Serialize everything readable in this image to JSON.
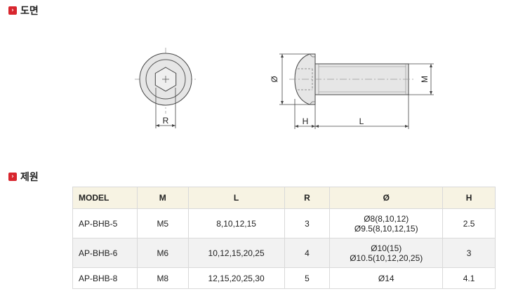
{
  "sections": {
    "drawing_title": "도면",
    "specs_title": "제원"
  },
  "drawing": {
    "labels": {
      "R": "R",
      "phi": "Ø",
      "H": "H",
      "L": "L",
      "M": "M"
    }
  },
  "table": {
    "headers": [
      "MODEL",
      "M",
      "L",
      "R",
      "Ø",
      "H"
    ],
    "rows": [
      {
        "model": "AP-BHB-5",
        "m": "M5",
        "l": "8,10,12,15",
        "r": "3",
        "phi_line1": "Ø8(8,10,12)",
        "phi_line2": "Ø9.5(8,10,12,15)",
        "h": "2.5"
      },
      {
        "model": "AP-BHB-6",
        "m": "M6",
        "l": "10,12,15,20,25",
        "r": "4",
        "phi_line1": "Ø10(15)",
        "phi_line2": "Ø10.5(10,12,20,25)",
        "h": "3"
      },
      {
        "model": "AP-BHB-8",
        "m": "M8",
        "l": "12,15,20,25,30",
        "r": "5",
        "phi_line1": "Ø14",
        "phi_line2": "",
        "h": "4.1"
      }
    ]
  },
  "colors": {
    "badge": "#d8262e",
    "header_bg": "#f7f3e3",
    "row_shade": "#f2f2f2",
    "part": "#e6e6e6"
  }
}
